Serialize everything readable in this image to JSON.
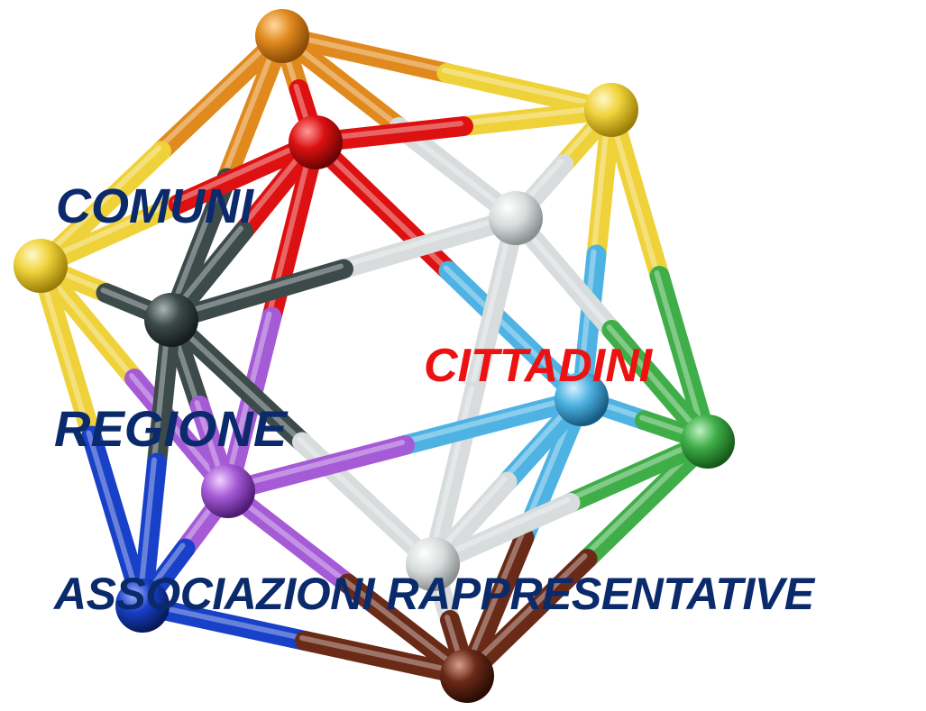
{
  "labels": {
    "comuni": "COMUNI",
    "cittadini": "CITTADINI",
    "regione": "REGIONE",
    "associazioni": "ASSOCIAZIONI RAPPRESENTATIVE"
  },
  "colors": {
    "primary_text": "#0a2a6b",
    "accent_text": "#ee1111",
    "orange": "#e08a1e",
    "yellow": "#efd23a",
    "red": "#dd1111",
    "gray_dark": "#3c4a4a",
    "white": "#d8dcdc",
    "cyan": "#4eb3e3",
    "green": "#3fae48",
    "purple": "#a55ad6",
    "blue": "#1840c8",
    "brown": "#6a2a18"
  },
  "diagram": {
    "subject": "icosahedron-molecular-model"
  }
}
